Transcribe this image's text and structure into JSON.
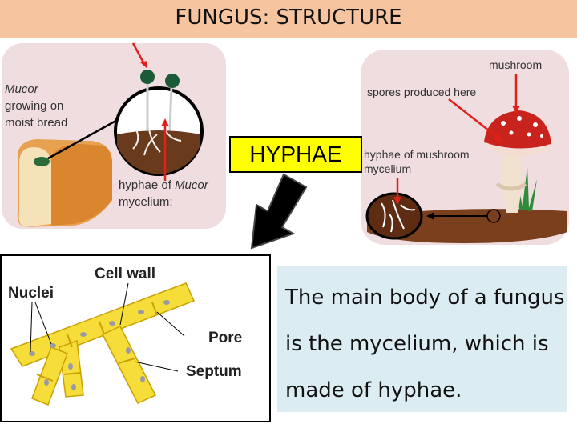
{
  "title": "FUNGUS:  STRUCTURE",
  "left_panel": {
    "caption_line1": "Mucor",
    "caption_line2": "growing on",
    "caption_line3": "moist bread",
    "hyphae_line1_prefix": "hyphae of ",
    "hyphae_line1_italic": "Mucor",
    "hyphae_line2": "mycelium:"
  },
  "right_panel": {
    "mushroom_label": "mushroom",
    "spores_label": "spores produced here",
    "hyphae_line1": "hyphae of mushroom",
    "hyphae_line2": "mycelium"
  },
  "hyphae_box": {
    "label": "HYPHAE"
  },
  "hyphae_diagram": {
    "cell_wall": "Cell wall",
    "nuclei": "Nuclei",
    "pore": "Pore",
    "septum": "Septum"
  },
  "info": {
    "line1": "The main body of a fungus",
    "line2": "is the mycelium, which is",
    "line3": "made of hyphae."
  },
  "colors": {
    "title_bg": "#f6c5a0",
    "panel_bg": "#f0dde0",
    "hyphae_box_bg": "#ffff00",
    "info_bg": "#dcecf3",
    "arrow_red": "#e0201b",
    "hypha_yellow": "#f7dd3a"
  }
}
